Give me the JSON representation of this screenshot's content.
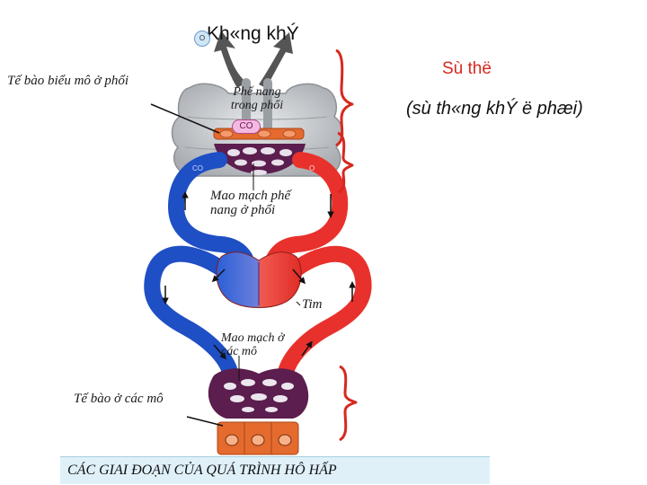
{
  "labels": {
    "air_exchange": "Kh«ng khÝ",
    "o2": "O",
    "lung_cells": "Tế bào biểu mô ở phổi",
    "alveoli": "Phế nang trong phổi",
    "co2": "CO",
    "lung_capillary": "Mao mạch phế nang ở phổi",
    "heart": "Tim",
    "tissue_capillary": "Mao mạch ở các mô",
    "tissue_cells": "Tế bào ở các mô",
    "stage_ventilation": "Sù thë",
    "stage_ventilation_detail": "(sù th«ng khÝ ë phæi)",
    "caption": "CÁC GIAI ĐOẠN CỦA QUÁ TRÌNH HÔ HẤP"
  },
  "colors": {
    "oxygenated_blood": "#e8312c",
    "deoxygenated_blood": "#1e4fc4",
    "lung_tissue": "#c9cccf",
    "capillary_net": "#5b1e4e",
    "bracket": "#d6281e",
    "caption_bg": "#dff0f8"
  }
}
